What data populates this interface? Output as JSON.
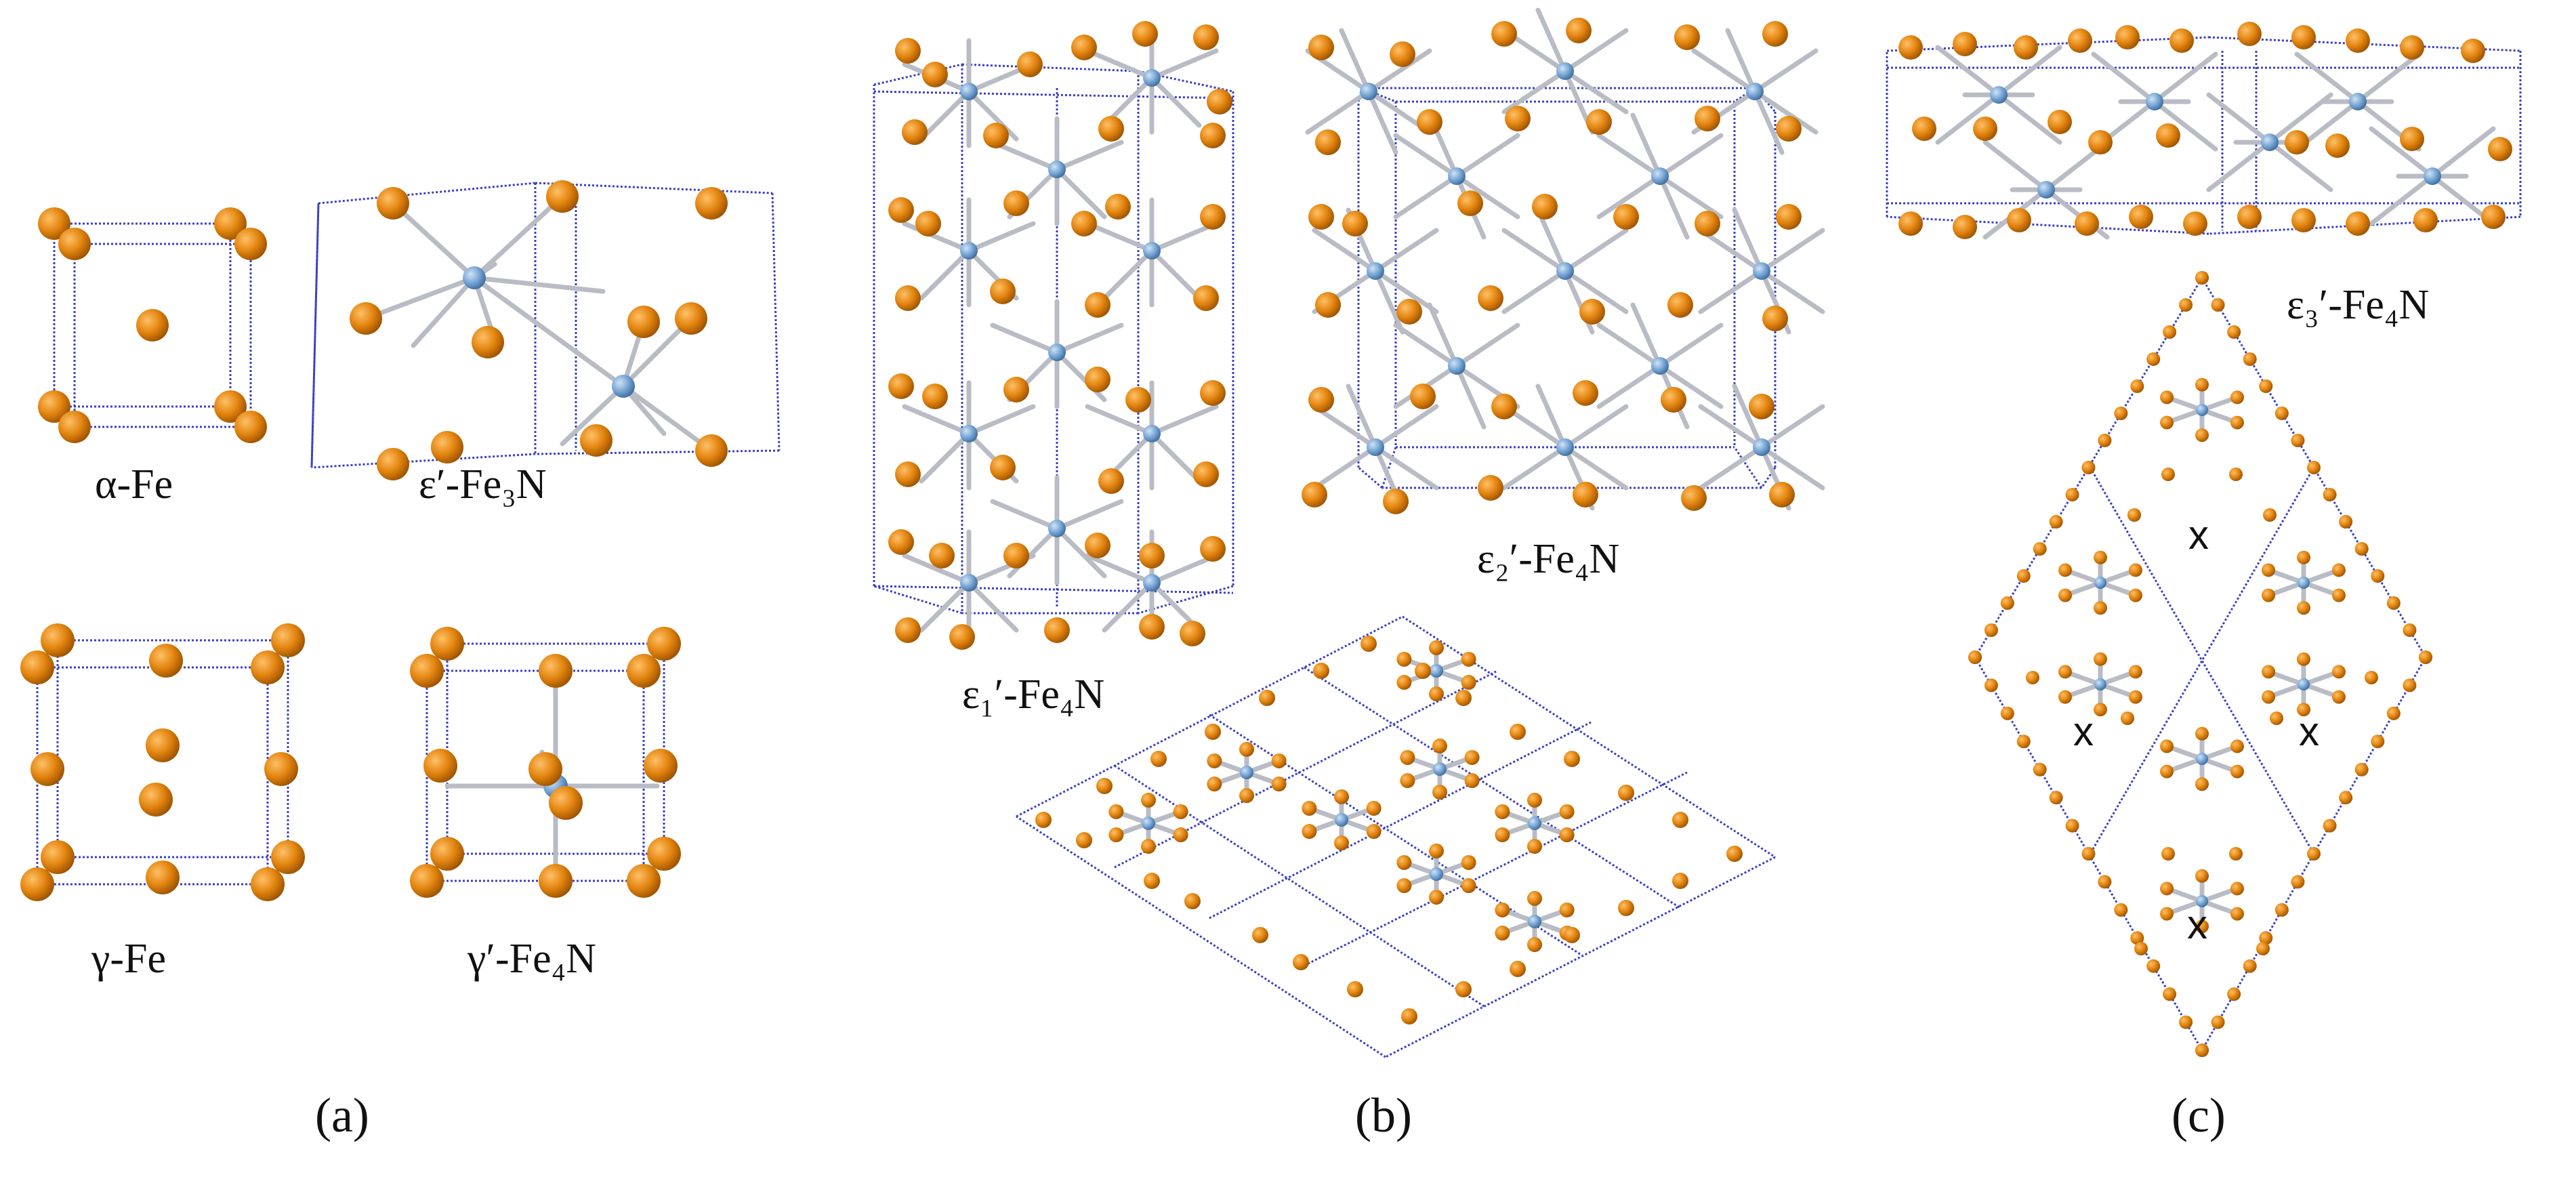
{
  "structures": {
    "alpha_fe": "α-Fe",
    "eps_fe3n": "ε′-Fe₃N",
    "gamma_fe": "γ-Fe",
    "gamma_fe4n": "γ′-Fe₄N",
    "eps1_fe4n": "ε₁′-Fe₄N",
    "eps2_fe4n": "ε₂′-Fe₄N",
    "eps3_fe4n": "ε₃′-Fe₄N"
  },
  "panels": {
    "a": "(a)",
    "b": "(b)",
    "c": "(c)"
  },
  "vacancy_mark": "x",
  "colors": {
    "fe_atom": "#d97a0c",
    "fe_atom_light": "#ffb14a",
    "n_atom": "#6f9fd0",
    "bond": "#b9bcc4",
    "cell_edge": "#3a3fc4"
  }
}
